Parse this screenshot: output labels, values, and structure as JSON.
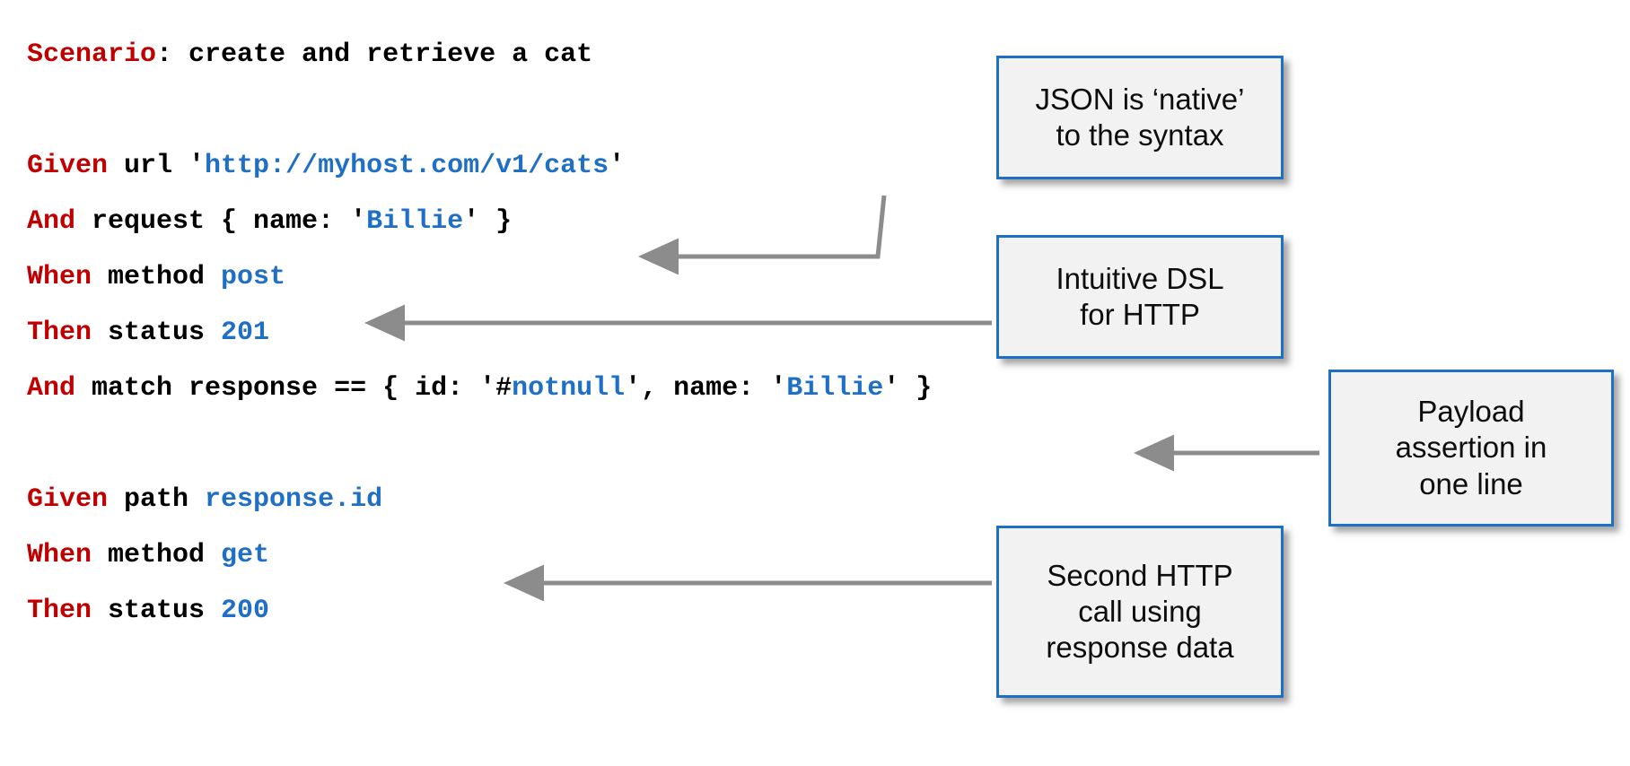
{
  "slide": {
    "background": "#FFFFFF",
    "colors": {
      "keyword_red": "#C00000",
      "text_black": "#000000",
      "value_blue": "#1F6FC4",
      "callout_border": "#1F6FC4",
      "callout_fill": "#F2F2F2",
      "arrow_gray": "#8C8C8C"
    }
  },
  "code": {
    "lines": [
      {
        "id": "scenario",
        "tokens": [
          {
            "text": "Scenario",
            "style": "kw"
          },
          {
            "text": ": create and retrieve a cat",
            "style": "plain"
          }
        ]
      },
      {
        "id": "blank-1",
        "tokens": []
      },
      {
        "id": "given-url",
        "tokens": [
          {
            "text": "Given",
            "style": "kw"
          },
          {
            "text": " url ",
            "style": "plain"
          },
          {
            "text": "'",
            "style": "plain"
          },
          {
            "text": "http://myhost.com/v1/cats",
            "style": "val"
          },
          {
            "text": "'",
            "style": "plain"
          }
        ]
      },
      {
        "id": "and-request",
        "tokens": [
          {
            "text": "And",
            "style": "kw"
          },
          {
            "text": " request { name: ",
            "style": "plain"
          },
          {
            "text": "'",
            "style": "plain"
          },
          {
            "text": "Billie",
            "style": "val"
          },
          {
            "text": "'",
            "style": "plain"
          },
          {
            "text": " }",
            "style": "plain"
          }
        ]
      },
      {
        "id": "when-method-post",
        "tokens": [
          {
            "text": "When",
            "style": "kw"
          },
          {
            "text": " method ",
            "style": "plain"
          },
          {
            "text": "post",
            "style": "val"
          }
        ]
      },
      {
        "id": "then-status-201",
        "tokens": [
          {
            "text": "Then",
            "style": "kw"
          },
          {
            "text": " status ",
            "style": "plain"
          },
          {
            "text": "201",
            "style": "val"
          }
        ]
      },
      {
        "id": "and-match-response",
        "tokens": [
          {
            "text": "And",
            "style": "kw"
          },
          {
            "text": " match response == { id: ",
            "style": "plain"
          },
          {
            "text": "'#",
            "style": "plain"
          },
          {
            "text": "notnull",
            "style": "val"
          },
          {
            "text": "'",
            "style": "plain"
          },
          {
            "text": ", name: ",
            "style": "plain"
          },
          {
            "text": "'",
            "style": "plain"
          },
          {
            "text": "Billie",
            "style": "val"
          },
          {
            "text": "'",
            "style": "plain"
          },
          {
            "text": " }",
            "style": "plain"
          }
        ]
      },
      {
        "id": "blank-2",
        "tokens": []
      },
      {
        "id": "given-path",
        "tokens": [
          {
            "text": "Given",
            "style": "kw"
          },
          {
            "text": " path ",
            "style": "plain"
          },
          {
            "text": "response.id",
            "style": "val"
          }
        ]
      },
      {
        "id": "when-method-get",
        "tokens": [
          {
            "text": "When",
            "style": "kw"
          },
          {
            "text": " method ",
            "style": "plain"
          },
          {
            "text": "get",
            "style": "val"
          }
        ]
      },
      {
        "id": "then-status-200",
        "tokens": [
          {
            "text": "Then",
            "style": "kw"
          },
          {
            "text": " status ",
            "style": "plain"
          },
          {
            "text": "200",
            "style": "val"
          }
        ]
      }
    ]
  },
  "callouts": [
    {
      "id": "json-native",
      "line1": "JSON is ‘native’",
      "line2": "to the syntax",
      "line3": ""
    },
    {
      "id": "intuitive-dsl",
      "line1": "Intuitive DSL",
      "line2": "for HTTP",
      "line3": ""
    },
    {
      "id": "payload-assertion",
      "line1": "Payload",
      "line2": "assertion in",
      "line3": "one line"
    },
    {
      "id": "second-http-call",
      "line1": "Second HTTP",
      "line2": "call using",
      "line3": "response data"
    }
  ]
}
